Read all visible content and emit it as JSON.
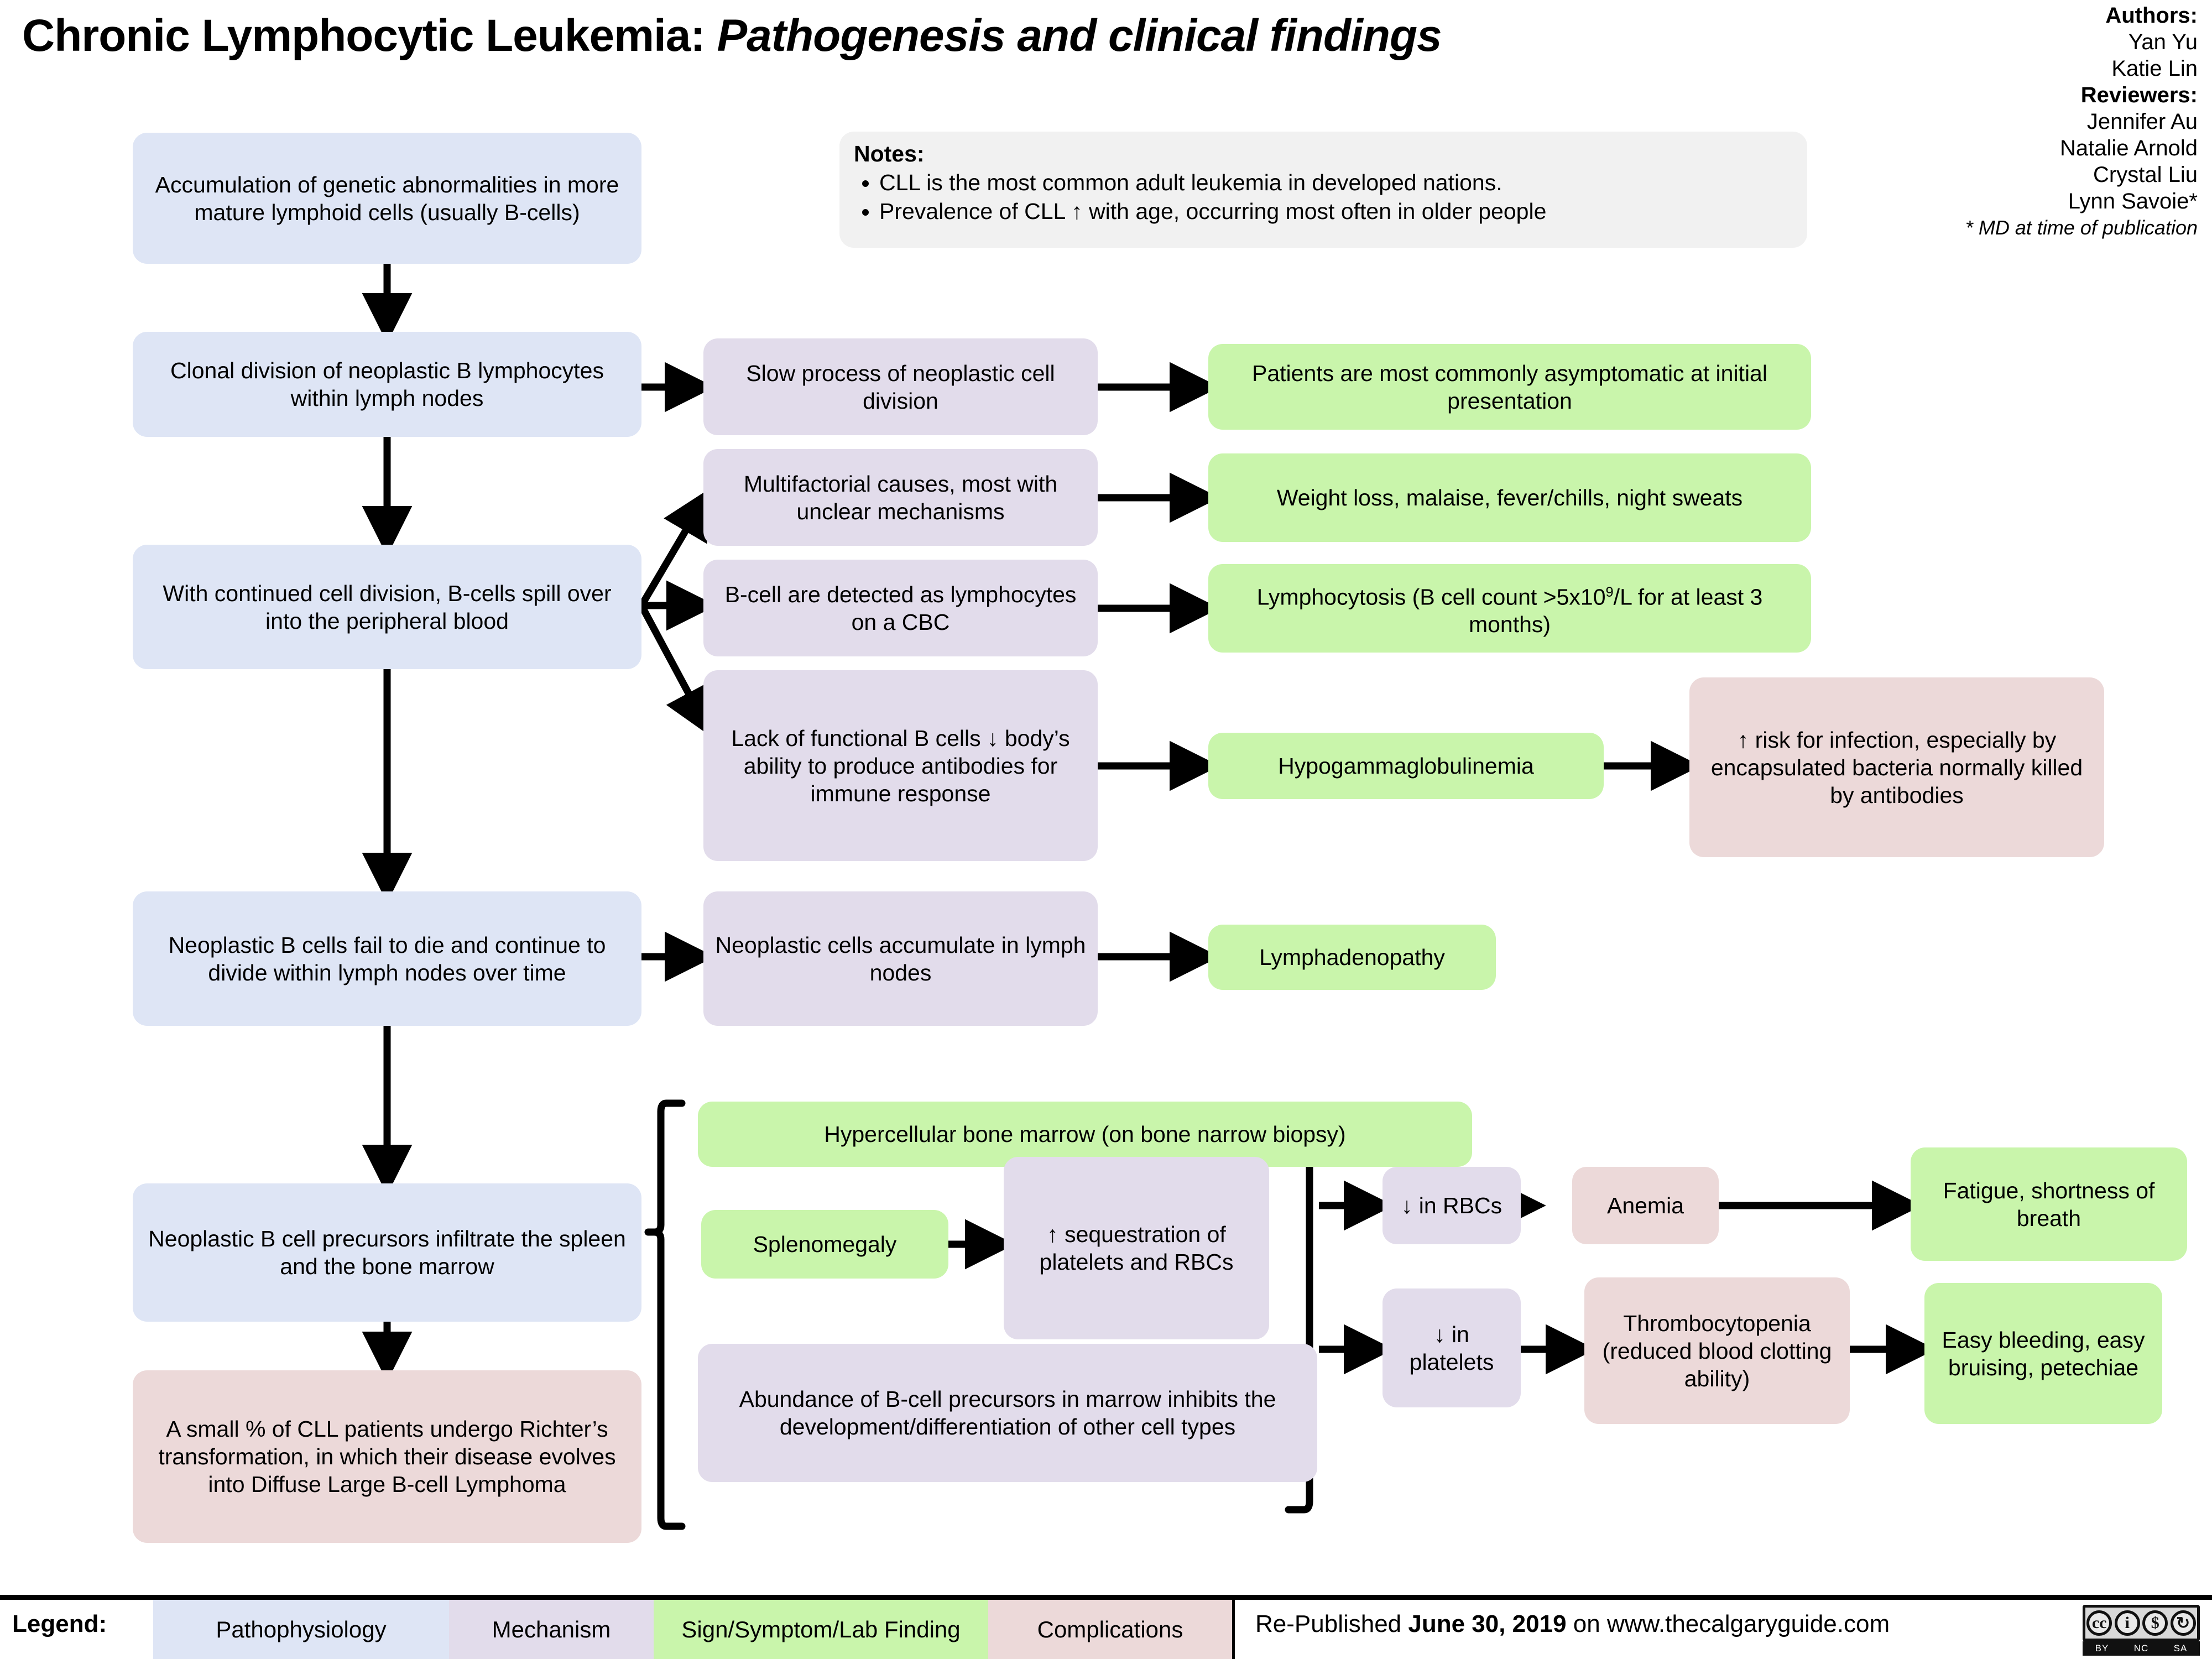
{
  "header": {
    "title_main": "Chronic Lymphocytic Leukemia:",
    "title_sub": "Pathogenesis and clinical findings",
    "authors_label": "Authors:",
    "authors": [
      "Yan Yu",
      "Katie Lin"
    ],
    "reviewers_label": "Reviewers:",
    "reviewers": [
      "Jennifer Au",
      "Natalie Arnold",
      "Crystal Liu",
      "Lynn Savoie*"
    ],
    "footnote": "* MD at time of publication"
  },
  "notes": {
    "title": "Notes:",
    "items": [
      "CLL is the most common adult leukemia in developed nations.",
      "Prevalence of CLL ↑ with age, occurring most often in older people"
    ]
  },
  "nodes": {
    "accumulation": "Accumulation of genetic abnormalities in more mature lymphoid cells (usually B-cells)",
    "clonal_division": "Clonal division of neoplastic B lymphocytes within lymph nodes",
    "spill_over": "With continued cell division, B-cells spill over into the peripheral blood",
    "slow_process": "Slow process of neoplastic cell division",
    "multifactorial": "Multifactorial causes, most with unclear mechanisms",
    "bcell_detected": "B-cell are detected as lymphocytes on a CBC",
    "lack_functional": "Lack of functional B cells ↓ body’s ability to produce antibodies for immune response",
    "asymptomatic": "Patients are most commonly asymptomatic at initial presentation",
    "constitutional": "Weight loss, malaise, fever/chills, night sweats",
    "lymphocytosis_pre": "Lymphocytosis (B cell count >5x10",
    "lymphocytosis_sup": "9",
    "lymphocytosis_post": "/L for at least 3 months)",
    "hypogamma": "Hypogammaglobulinemia",
    "infection_risk": "↑ risk for infection, especially by encapsulated bacteria normally killed by antibodies",
    "fail_to_die": "Neoplastic B cells fail to die and continue to divide within lymph nodes over time",
    "accumulate_nodes": "Neoplastic cells accumulate in lymph nodes",
    "lymphadenopathy": "Lymphadenopathy",
    "infiltrate": "Neoplastic B cell precursors infiltrate the spleen and the bone marrow",
    "richter": "A small % of CLL patients undergo Richter’s transformation, in which their disease evolves into Diffuse Large B-cell Lymphoma",
    "hypercellular": "Hypercellular bone marrow (on bone narrow biopsy)",
    "splenomegaly": "Splenomegaly",
    "sequestration": "↑ sequestration of platelets and RBCs",
    "abundance": "Abundance of B-cell precursors in marrow inhibits the development/differentiation of other cell types",
    "down_rbcs": "↓ in RBCs",
    "anemia": "Anemia",
    "fatigue": "Fatigue, shortness of breath",
    "down_platelets": "↓ in platelets",
    "thrombocytopenia": "Thrombocytopenia (reduced blood clotting ability)",
    "easy_bleeding": "Easy bleeding, easy bruising, petechiae"
  },
  "legend": {
    "label": "Legend:",
    "items": [
      {
        "text": "Pathophysiology",
        "color": "#dee5f5"
      },
      {
        "text": "Mechanism",
        "color": "#e2dceb"
      },
      {
        "text": "Sign/Symptom/Lab Finding",
        "color": "#c9f5ab"
      },
      {
        "text": "Complications",
        "color": "#ecd9d9"
      }
    ]
  },
  "footer": {
    "republished_prefix": "Re-Published ",
    "republished_date": "June 30, 2019",
    "republished_suffix": " on www.thecalgaryguide.com",
    "license": "CC BY-NC-SA"
  },
  "colors": {
    "pathophysiology": "#dee5f5",
    "mechanism": "#e2dceb",
    "sign": "#c9f5ab",
    "complication": "#ecd9d9",
    "notes": "#f1f1f1",
    "arrow": "#000000"
  }
}
